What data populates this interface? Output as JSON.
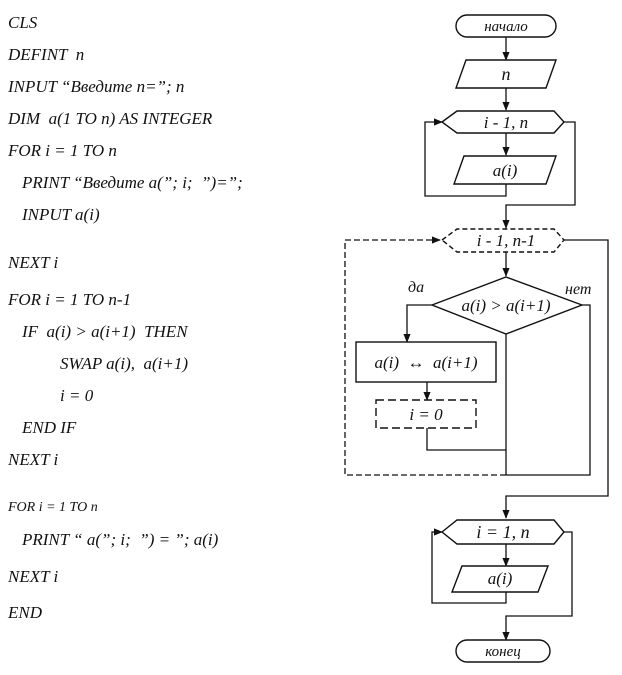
{
  "program": {
    "lines": [
      "CLS",
      "DEFINT  n",
      "INPUT “Введите n=”; n",
      "DIM  a(1 TO n) AS INTEGER",
      "FOR i = 1 TO n",
      "PRINT “Введите a(”; i;  ”)=”;",
      "INPUT a(i)",
      "NEXT i",
      "FOR i = 1 TO n-1",
      "IF  a(i) > a(i+1)  THEN",
      "SWAP a(i),  a(i+1)",
      "i = 0",
      "END IF",
      "NEXT i",
      "FOR i = 1 TO n",
      "PRINT “ a(”; i;  ”) = ”; a(i)",
      "NEXT i",
      "END"
    ]
  },
  "flowchart": {
    "start": "начало",
    "input_n": "n",
    "loop1": "i - 1, n",
    "input_ai": "a(i)",
    "loop2": "i - 1, n-1",
    "condition": "a(i) > a(i+1)",
    "yes": "да",
    "no": "нет",
    "swap": "a(i)  ↔  a(i+1)",
    "reset": "i = 0",
    "loop3": "i = 1, n",
    "output_ai": "a(i)",
    "end": "конец"
  }
}
